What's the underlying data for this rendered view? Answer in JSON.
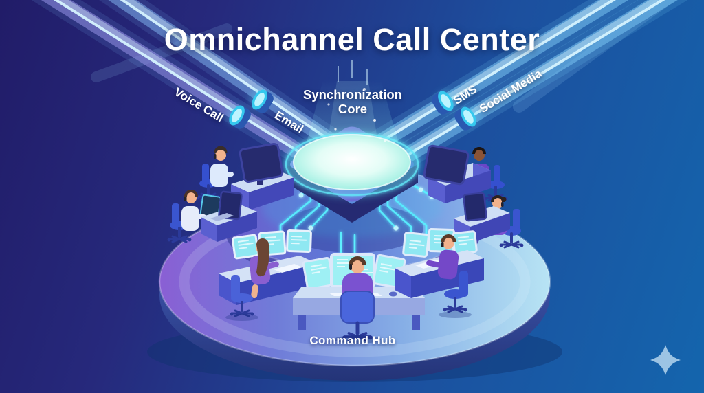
{
  "title": "Omnichannel Call Center",
  "channels": [
    {
      "id": "voice-call",
      "label": "Voice Call"
    },
    {
      "id": "email",
      "label": "Email"
    },
    {
      "id": "sms",
      "label": "SMS"
    },
    {
      "id": "social-media",
      "label": "Social Media"
    }
  ],
  "core": {
    "label": "Synchronization Core"
  },
  "hub": {
    "label": "Command Hub"
  },
  "scene": {
    "operator_count": 7
  },
  "icons": {
    "bottom_right": "four-point-star-sparkle-icon"
  },
  "colors": {
    "background_start": "#211c68",
    "background_end": "#1465ad",
    "tube_glow": "#7fe3f7",
    "coupling": "#35c8ee",
    "core_glow": "#dffcf6",
    "circuit": "#5ff0ff",
    "platform_left": "#8a5fd4",
    "platform_right": "#b8e4f4",
    "platform_rim": "#2c3f96",
    "desk_top": "#d4e2f6",
    "desk_front": "#4a55cc",
    "screen_teal": "#8fe8f2",
    "chair_blue": "#3a55cf",
    "sparkle_star": "#a8cce8"
  }
}
